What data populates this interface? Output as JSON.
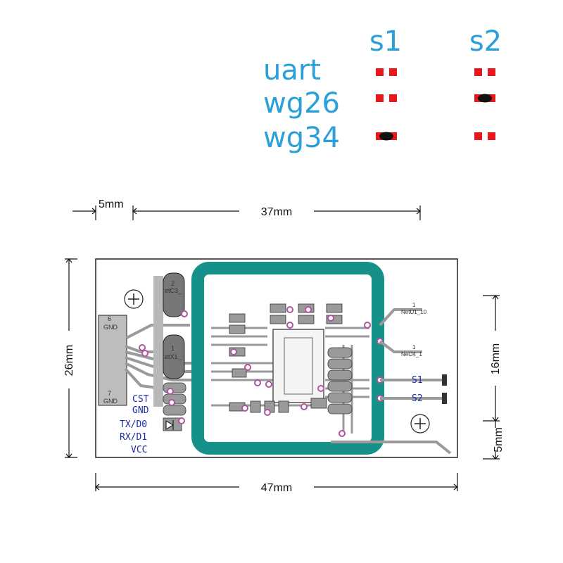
{
  "legend": {
    "columns": [
      "s1",
      "s2"
    ],
    "rows": [
      {
        "label": "uart",
        "s1_bridged": false,
        "s2_bridged": false
      },
      {
        "label": "wg26",
        "s1_bridged": false,
        "s2_bridged": true
      },
      {
        "label": "wg34",
        "s1_bridged": true,
        "s2_bridged": false
      }
    ],
    "label_color": "#2a9fd8",
    "pad_color": "#e8171b"
  },
  "dimensions": {
    "top_left": "5mm",
    "top_width": "37mm",
    "total_width": "47mm",
    "height": "26mm",
    "right_upper": "16mm",
    "right_lower": "5mm"
  },
  "board": {
    "trace_color": "#999999",
    "antenna_color": "#16918a",
    "via_color": "#b0549e",
    "connector_labels": [
      "6",
      "GND",
      "7",
      "GND"
    ],
    "cap_labels": [
      "2",
      "etC3_",
      "1",
      "etX1_"
    ],
    "net_labels": [
      "1",
      "NetU1_10",
      "1",
      "NetJ4_1"
    ],
    "pin_labels": [
      "CST",
      "GND",
      "TX/D0",
      "RX/D1",
      "VCC"
    ],
    "switch_labels": [
      "S1",
      "S2"
    ]
  }
}
